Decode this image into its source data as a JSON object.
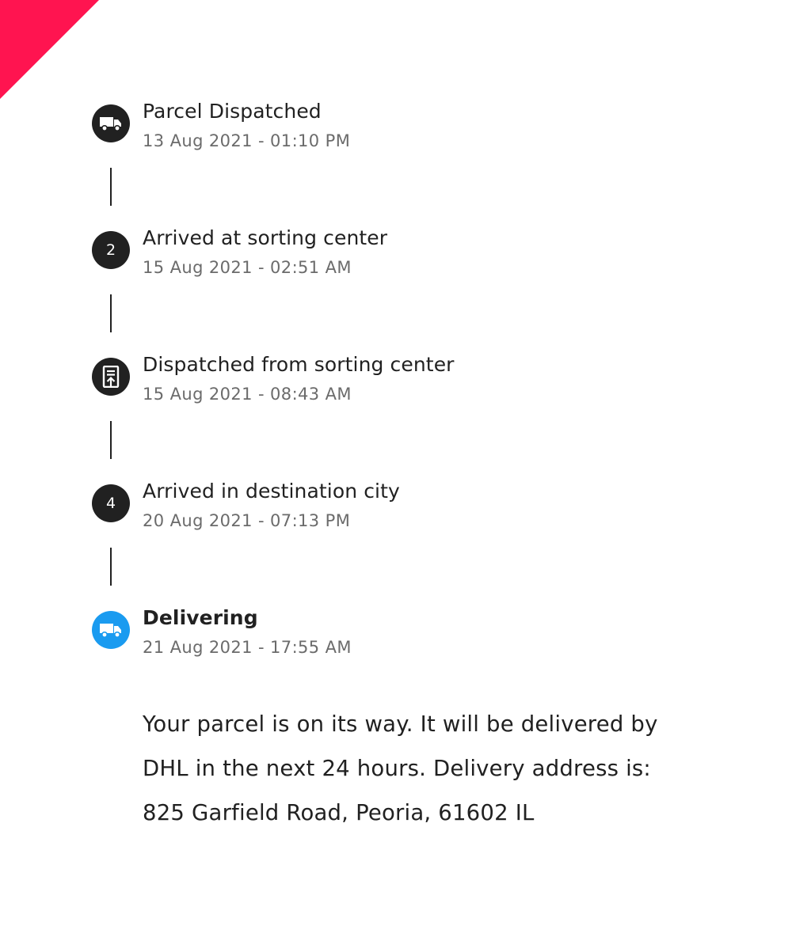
{
  "accent": {
    "ribbon": "#ff1450",
    "active": "#1a9bf0",
    "marker": "#212121"
  },
  "steps": [
    {
      "marker_type": "icon",
      "icon": "truck-icon",
      "title": "Parcel Dispatched",
      "time": "13 Aug 2021 - 01:10 PM",
      "active": false
    },
    {
      "marker_type": "number",
      "number": "2",
      "title": "Arrived at sorting center",
      "time": "15 Aug 2021 - 02:51 AM",
      "active": false
    },
    {
      "marker_type": "icon",
      "icon": "document-upload-icon",
      "title": "Dispatched from sorting center",
      "time": "15 Aug 2021 - 08:43 AM",
      "active": false
    },
    {
      "marker_type": "number",
      "number": "4",
      "title": "Arrived in destination city",
      "time": "20 Aug 2021 - 07:13 PM",
      "active": false
    },
    {
      "marker_type": "icon",
      "icon": "truck-icon",
      "title": "Delivering",
      "time": "21 Aug 2021 - 17:55 AM",
      "active": true
    }
  ],
  "message": {
    "line1": "Your parcel is on its way. It will be delivered by",
    "line2": "DHL in the next 24 hours. Delivery address is:",
    "line3": "825 Garfield Road, Peoria, 61602 IL"
  }
}
